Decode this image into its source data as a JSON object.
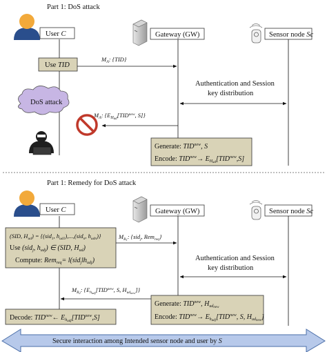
{
  "part1": {
    "title": "Part 1: DoS attack",
    "user_label": "User",
    "user_var": "C",
    "gateway_label": "Gateway (GW)",
    "sensor_label": "Sensor node",
    "sensor_var": "Sc",
    "use_tid": "Use",
    "use_tid_var": "TID",
    "msg1": "M",
    "msg1_sub": "A",
    "msg1_rest": ": {TID}",
    "dos_label": "DoS attack",
    "auth_line1": "Authentication and Session",
    "auth_line2": "key distribution",
    "msg2": "M",
    "msg2_sub": "A",
    "msg2_rest": ": {E",
    "msg2_h": "H",
    "msg2_hsub": "ud",
    "msg2_tid": "[TID",
    "msg2_new": "new",
    "msg2_end": ", S]}",
    "generate_prefix": "Generate:",
    "generate_tid": "TID",
    "generate_new": "new",
    "generate_end": ", S",
    "encode_prefix": "Encode:",
    "encode_tid": "TID",
    "encode_new": "new",
    "encode_arrow": "→ E",
    "encode_h": "H",
    "encode_hsub": "ud",
    "encode_end": "[TID",
    "encode_new2": "new",
    "encode_tail": ",S]"
  },
  "part2": {
    "title": "Part 1: Remedy for DoS attack",
    "user_label": "User",
    "user_var": "C",
    "gateway_label": "Gateway (GW)",
    "sensor_label": "Sensor node",
    "sensor_var": "Sc",
    "box_line1": "(SID, H",
    "box_line1_sub": "ud",
    "box_line1_rest": ") = {(sid",
    "box_line1_s1": "1",
    "box_line1_mid": ", h",
    "box_line1_s2": "ud1",
    "box_line1_dots": "),...,(sid",
    "box_line1_s3": "n",
    "box_line1_h": ", h",
    "box_line1_s4": "udn",
    "box_line1_end": ")}",
    "box_line2_prefix": "Use",
    "box_line2_text": "(sid",
    "box_line2_sub1": "j",
    "box_line2_mid": ", h",
    "box_line2_sub2": "udj",
    "box_line2_end": ") ∈ (SID, H",
    "box_line2_sub3": "ud",
    "box_line2_close": ")",
    "box_line3_prefix": "Compute:",
    "box_line3_text": "Rem",
    "box_line3_sub": "req",
    "box_line3_eq": "= l(sid",
    "box_line3_sub2": "j",
    "box_line3_mid": "‖h",
    "box_line3_sub3": "udj",
    "box_line3_end": ")",
    "msg1": "M",
    "msg1_sub": "R",
    "msg1_sub2": "1",
    "msg1_rest": ": {sid",
    "msg1_j": "j",
    "msg1_mid": ", Rem",
    "msg1_req": "req",
    "msg1_end": "}",
    "auth_line1": "Authentication and Session",
    "auth_line2": "key distribution",
    "msg2": "M",
    "msg2_sub": "R",
    "msg2_sub2": "2",
    "msg2_rest": ": {E",
    "msg2_h": "h",
    "msg2_hsub": "udj",
    "msg2_tid": "[TID",
    "msg2_new": "new",
    "msg2_mid": ", S, H",
    "msg2_hsub2": "ud",
    "msg2_hsub3": "new",
    "msg2_end": "]}",
    "generate_prefix": "Generate:",
    "generate_tid": "TID",
    "generate_new": "new",
    "generate_mid": ",  H",
    "generate_hsub": "ud",
    "generate_hsub2": "new",
    "encode_prefix": "Encode:",
    "encode_tid": "TID",
    "encode_new": "new",
    "encode_arrow": "→ E",
    "encode_h": "h",
    "encode_hsub": "udj",
    "encode_mid": "[TID",
    "encode_new2": "new",
    "encode_tail": ", S, H",
    "encode_hsub2": "ud",
    "encode_hsub3": "new",
    "encode_close": "]",
    "decode_prefix": "Decode:",
    "decode_tid": "TID",
    "decode_new": "new",
    "decode_arrow": "← E",
    "decode_h": "h",
    "decode_hsub": "udj",
    "decode_end": "[TID",
    "decode_new2": "new",
    "decode_tail": ",S]",
    "secure_prefix": "Secure interaction among Intended sensor node and user by",
    "secure_var": "S"
  },
  "colors": {
    "box_fill": "#d9d3b7",
    "cloud_fill": "#c7b6e4",
    "banner_fill": "#b7c9ea",
    "user_body": "#2a4e8c",
    "user_head": "#f2a93a",
    "no_sign": "#c0392b"
  },
  "icons": [
    "user-icon",
    "server-icon",
    "sensor-node-icon",
    "cloud-icon",
    "no-entry-icon",
    "hacker-icon"
  ]
}
